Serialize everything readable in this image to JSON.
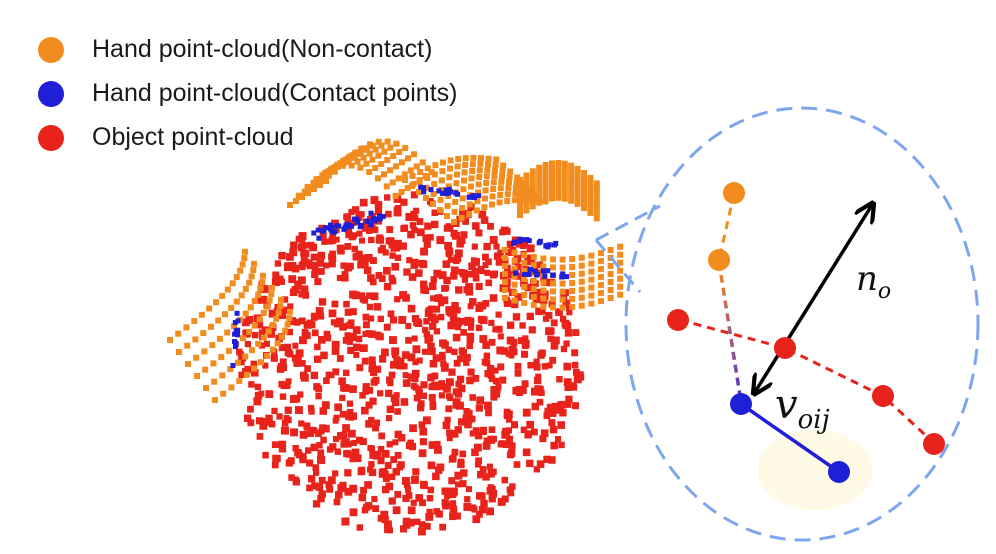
{
  "legend": [
    {
      "label": "Hand point-cloud(Non-contact)",
      "color": "#f28c1f"
    },
    {
      "label": "Hand point-cloud(Contact points)",
      "color": "#1f1fd6"
    },
    {
      "label": "Object point-cloud",
      "color": "#e8231b"
    }
  ],
  "inset": {
    "normal_label": "n",
    "normal_sub": "o",
    "vector_label": "v",
    "vector_sub": "oij",
    "outline_color": "#7ea6ef"
  },
  "colors": {
    "hand": "#f28c1f",
    "contact": "#1f1fd6",
    "object": "#e8231b"
  }
}
